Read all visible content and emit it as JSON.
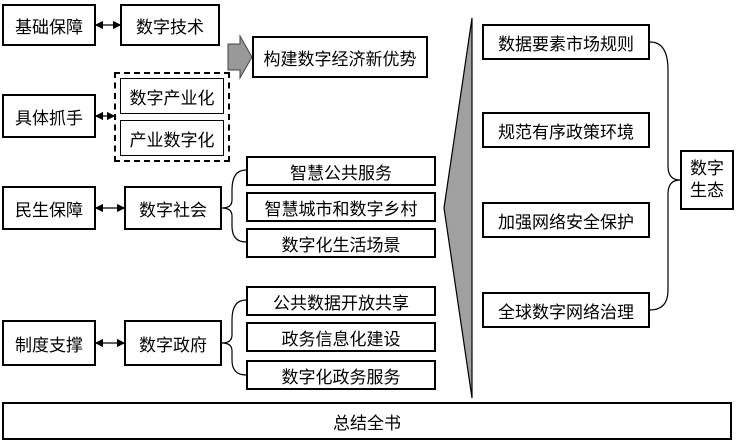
{
  "left_pillars": [
    {
      "label": "基础保障",
      "node": "数字技术"
    },
    {
      "label": "具体抓手",
      "nodes": [
        "数字产业化",
        "产业数字化"
      ]
    },
    {
      "label": "民生保障",
      "node": "数字社会",
      "items": [
        "智慧公共服务",
        "智慧城市和数字乡村",
        "数字化生活场景"
      ]
    },
    {
      "label": "制度支撑",
      "node": "数字政府",
      "items": [
        "公共数据开放共享",
        "政务信息化建设",
        "数字化政务服务"
      ]
    }
  ],
  "goal": "构建数字经济新优势",
  "right_items": [
    "数据要素市场规则",
    "规范有序政策环境",
    "加强网络安全保护",
    "全球数字网络治理"
  ],
  "ecology": {
    "line1": "数字",
    "line2": "生态"
  },
  "footer": "总结全书"
}
